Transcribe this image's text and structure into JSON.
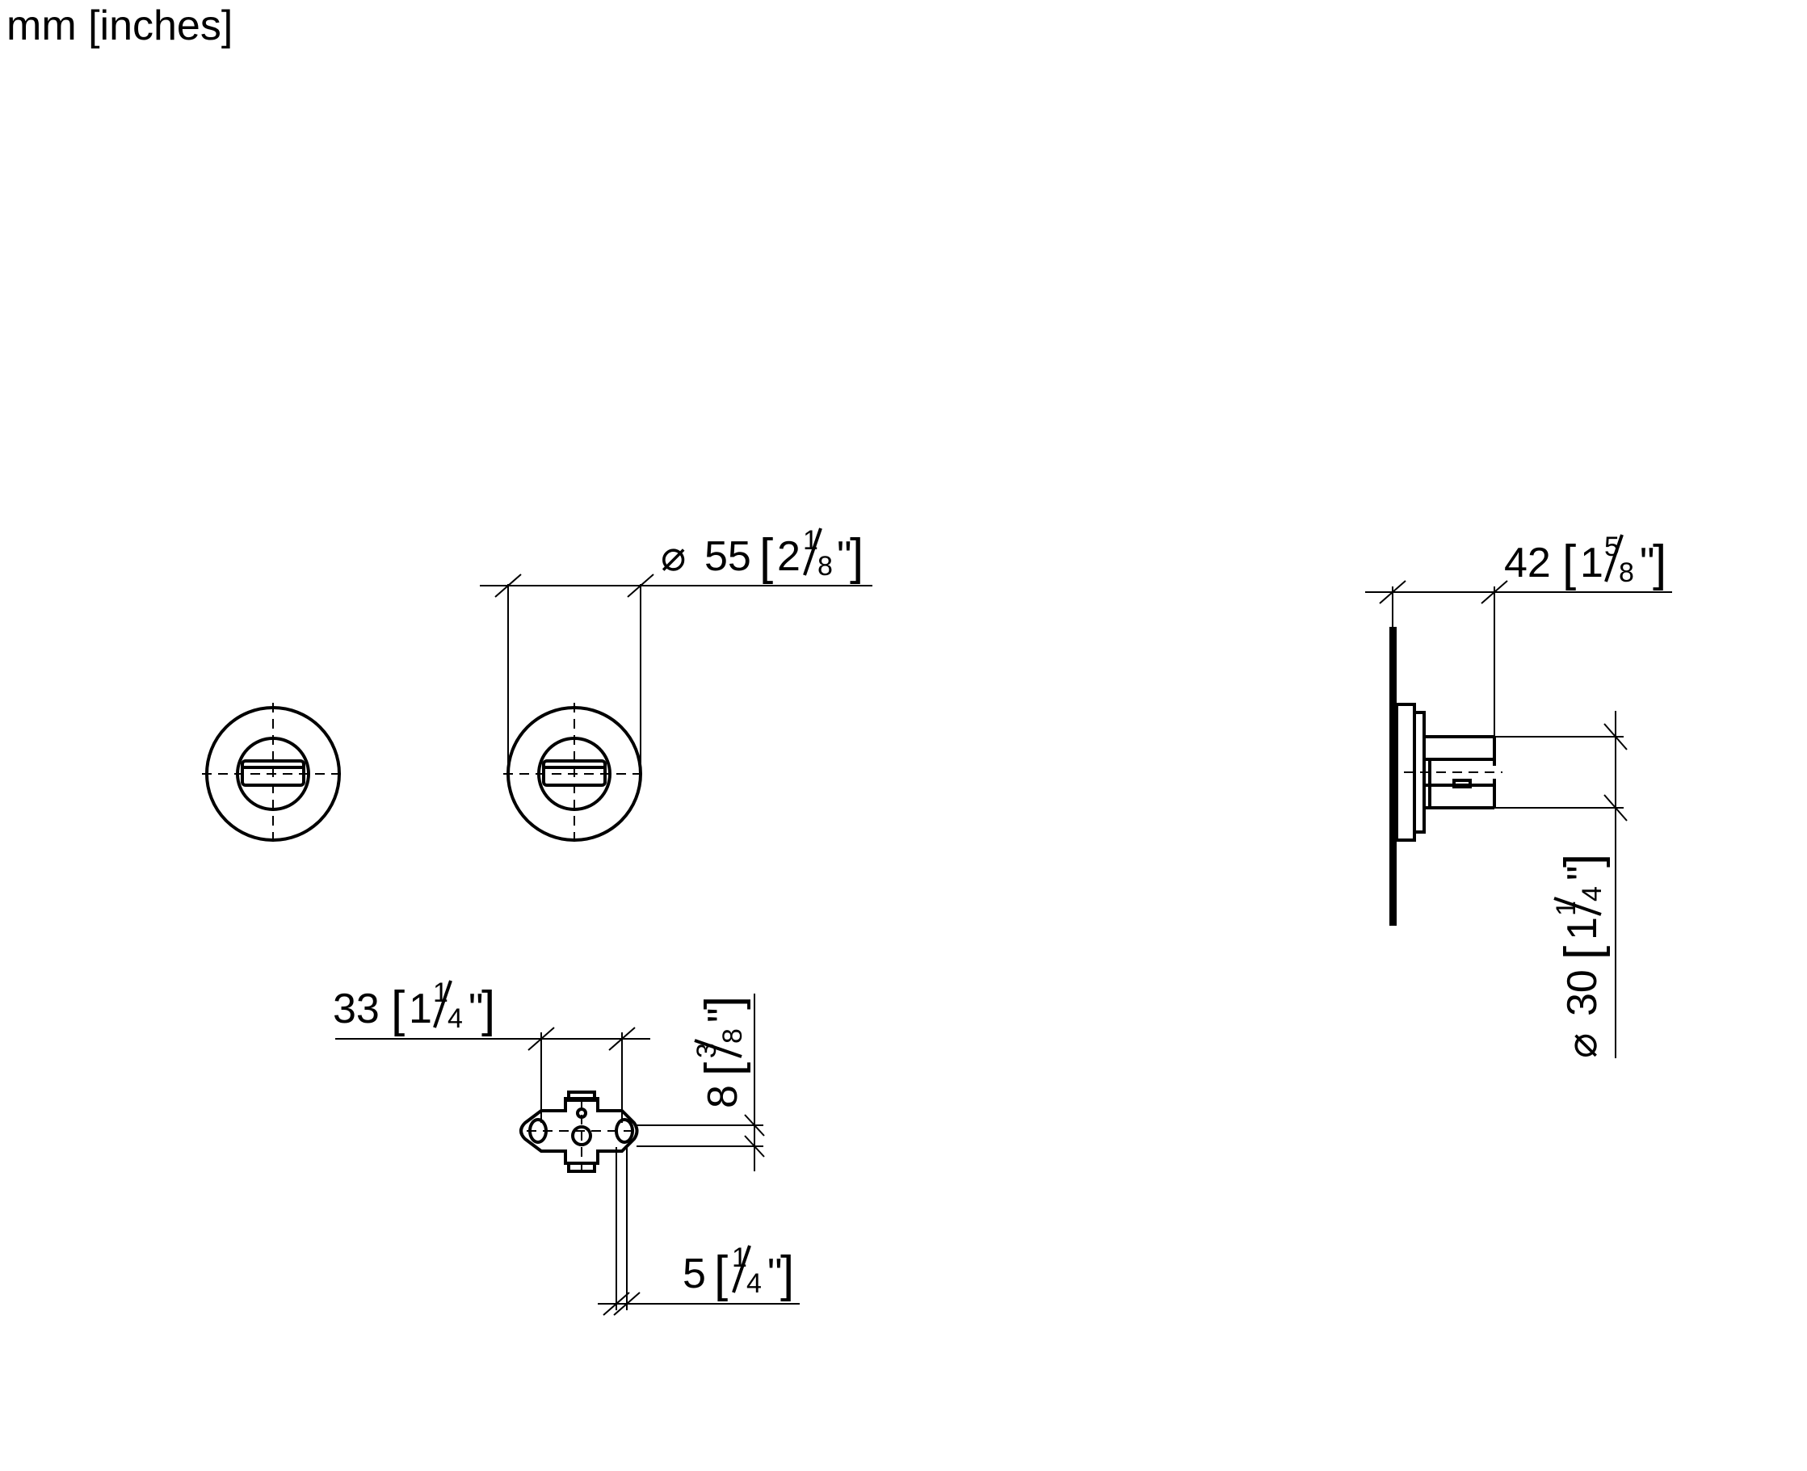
{
  "units_label": "mm [inches]",
  "dimensions": {
    "diameter_55": {
      "symbol": "⌀",
      "mm": "55",
      "inch_whole": "2",
      "inch_num": "1",
      "inch_den": "8",
      "inch_mark": "\""
    },
    "depth_42": {
      "mm": "42",
      "inch_whole": "1",
      "inch_num": "5",
      "inch_den": "8",
      "inch_mark": "\""
    },
    "diameter_30": {
      "symbol": "⌀",
      "mm": "30",
      "inch_whole": "1",
      "inch_num": "1",
      "inch_den": "4",
      "inch_mark": "\""
    },
    "width_33": {
      "mm": "33",
      "inch_whole": "1",
      "inch_num": "1",
      "inch_den": "4",
      "inch_mark": "\""
    },
    "height_8": {
      "mm": "8",
      "inch_num": "3",
      "inch_den": "8",
      "inch_mark": "\""
    },
    "thickness_5": {
      "mm": "5",
      "inch_num": "1",
      "inch_den": "4",
      "inch_mark": "\""
    }
  },
  "colors": {
    "line": "#000000",
    "background": "#ffffff"
  }
}
